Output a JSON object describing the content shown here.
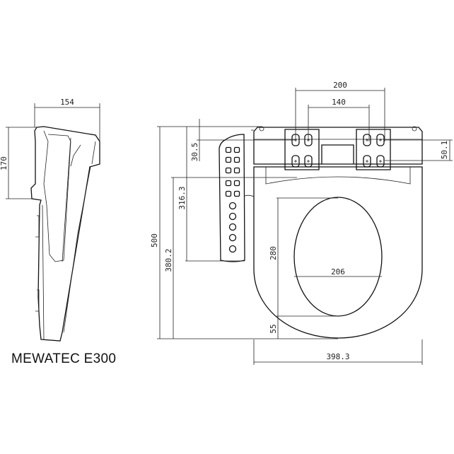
{
  "title": "MEWATEC E300",
  "side_view": {
    "width": "154",
    "height": "170"
  },
  "top_view": {
    "hinge_outer_spacing": "200",
    "hinge_inner_spacing": "140",
    "remote_top_offset": "30.5",
    "hinge_depth": "50.1",
    "remote_length": "316.3",
    "total_length": "500",
    "seat_length": "380.2",
    "opening_length": "280",
    "opening_width": "206",
    "front_rim": "55",
    "total_width": "398.3"
  }
}
